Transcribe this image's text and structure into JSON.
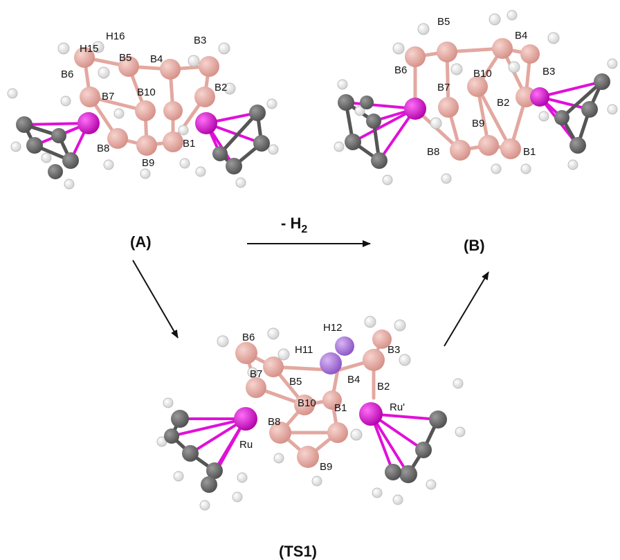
{
  "colors": {
    "boron": "#e8a79f",
    "boron_dark": "#c88078",
    "ruthenium": "#e010d8",
    "carbon": "#6e6e6e",
    "carbon_dark": "#4a4a4a",
    "hydrogen": "#f2f2f2",
    "hydrogen_edge": "#bdbdbd",
    "migrating_h": "#b07ae0",
    "bond_b": "#e3a8a0",
    "bond_ru": "#e010d8",
    "arrow": "#111111"
  },
  "panels": {
    "A": {
      "label": "(A)",
      "atom_labels": [
        "B1",
        "B2",
        "B3",
        "B4",
        "B5",
        "B6",
        "B7",
        "B8",
        "B9",
        "B10",
        "H15",
        "H16"
      ]
    },
    "B": {
      "label": "(B)",
      "atom_labels": [
        "B1",
        "B2",
        "B3",
        "B4",
        "B5",
        "B6",
        "B7",
        "B8",
        "B9",
        "B10"
      ]
    },
    "TS1": {
      "label": "(TS1)",
      "atom_labels": [
        "B1",
        "B2",
        "B3",
        "B4",
        "B5",
        "B6",
        "B7",
        "B8",
        "B9",
        "B10",
        "H11",
        "H12",
        "Ru",
        "Ru'"
      ]
    }
  },
  "reaction": {
    "arrow_label_main": "- H",
    "arrow_label_sub": "2"
  }
}
